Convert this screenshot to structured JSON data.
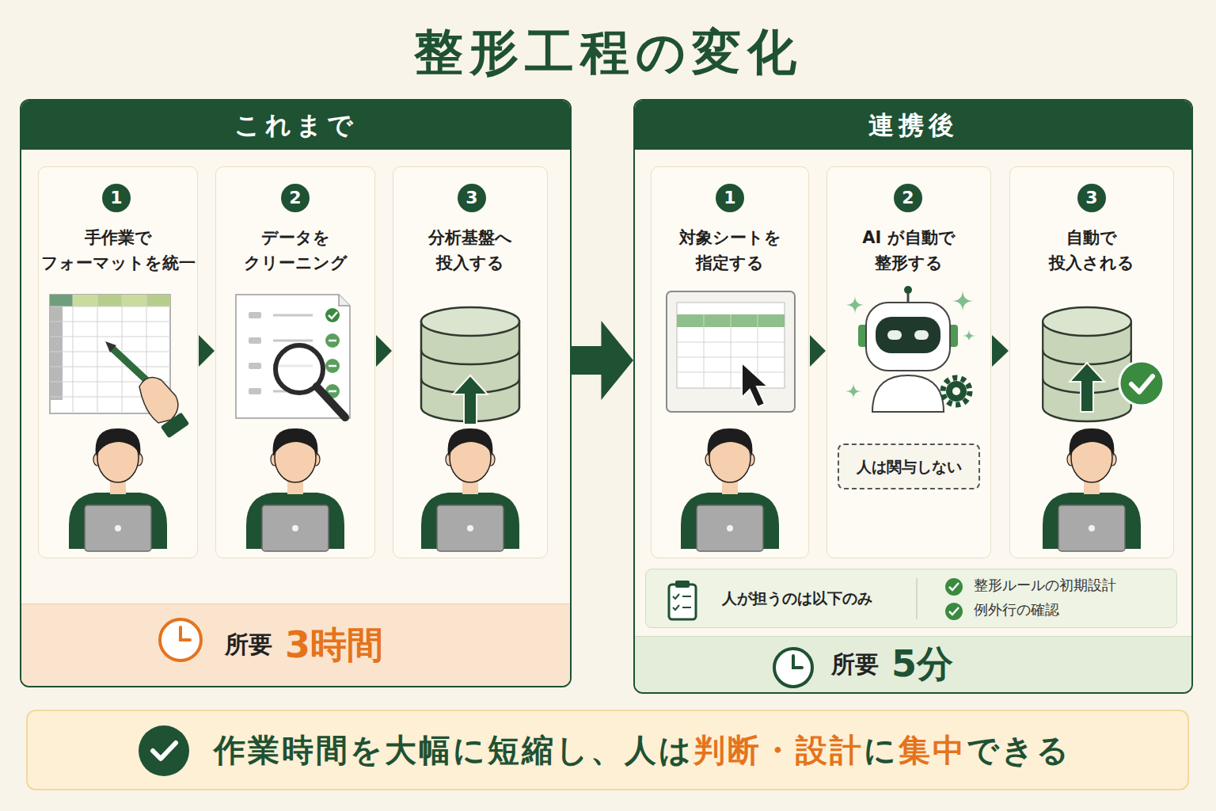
{
  "diagram": {
    "title": "整形工程の変化",
    "nodes": [
      {
        "text": [
          "これまで"
        ]
      },
      {
        "text": [
          "手作業で フォーマットを統一"
        ],
        "in": 0
      },
      {
        "text": [
          "1"
        ],
        "in": 1
      },
      {
        "text": [
          "データを クリーニング"
        ],
        "in": 0
      },
      {
        "text": [
          "2"
        ],
        "in": 3
      },
      {
        "text": [
          "分析基盤へ 投入する"
        ],
        "in": 0
      },
      {
        "text": [
          "3"
        ],
        "in": 5
      },
      {
        "text": [
          "所要",
          "3時間"
        ],
        "in": 0
      },
      {
        "text": [
          "連携後"
        ]
      },
      {
        "text": [
          "対象シートを 指定する"
        ],
        "in": 8
      },
      {
        "text": [
          "1"
        ],
        "in": 9
      },
      {
        "text": [
          "AI が自動で 整形する"
        ],
        "in": 8
      },
      {
        "text": [
          "2"
        ],
        "in": 11
      },
      {
        "text": [
          "人は関与しない"
        ],
        "in": 11
      },
      {
        "text": [
          "自動で 投入される"
        ],
        "in": 8
      },
      {
        "text": [
          "3"
        ],
        "in": 14
      },
      {
        "text": [
          "人が担うのは以下のみ",
          "整形ルールの初期設計",
          "例外行の確認"
        ],
        "in": 8
      },
      {
        "text": [
          "所要",
          "5分"
        ],
        "in": 8
      },
      {
        "text": [
          "作業時間を大幅に短縮し、人は",
          "判断・設計",
          "に",
          "集中",
          "できる"
        ]
      }
    ],
    "edges": [
      {
        "from": 1,
        "to": 3,
        "arrow": "to"
      },
      {
        "from": 3,
        "to": 5,
        "arrow": "to"
      },
      {
        "from": 0,
        "to": 8,
        "arrow": "to"
      },
      {
        "from": 9,
        "to": 11,
        "arrow": "to"
      },
      {
        "from": 11,
        "to": 14,
        "arrow": "to"
      }
    ]
  }
}
